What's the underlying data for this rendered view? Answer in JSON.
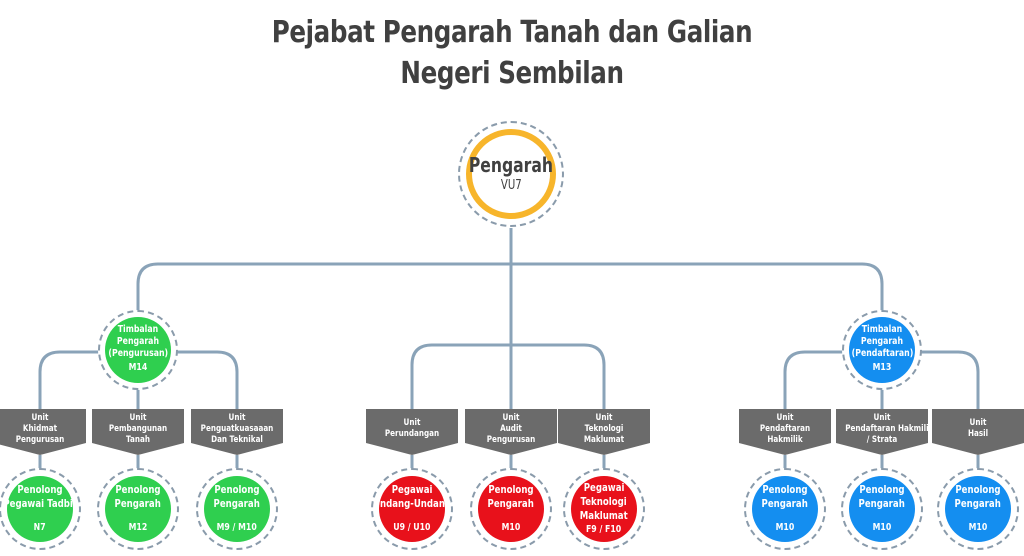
{
  "title": {
    "line1": "Pejabat Pengarah Tanah dan Galian",
    "line2": "Negeri Sembilan"
  },
  "colors": {
    "root_ring": "#f7b52b",
    "green": "#2fcf4f",
    "red": "#e8111b",
    "blue": "#148ef0",
    "box": "#6b6b6b",
    "connector": "#8aa3b8",
    "title_text": "#404040"
  },
  "root": {
    "title": "Pengarah",
    "grade": "VU7"
  },
  "deputies": [
    {
      "line1": "Timbalan",
      "line2": "Pengarah",
      "line3": "(Pengurusan)",
      "grade": "M14",
      "color": "green"
    },
    {
      "line1": "Timbalan",
      "line2": "Pengarah",
      "line3": "(Pendaftaran)",
      "grade": "M13",
      "color": "blue"
    }
  ],
  "units": [
    {
      "lines": [
        "Unit",
        "Khidmat",
        "Pengurusan"
      ],
      "officer": [
        "Penolong",
        "Pegawai Tadbir"
      ],
      "grade": "N7",
      "color": "green"
    },
    {
      "lines": [
        "Unit",
        "Pembangunan",
        "Tanah"
      ],
      "officer": [
        "Penolong",
        "Pengarah"
      ],
      "grade": "M12",
      "color": "green"
    },
    {
      "lines": [
        "Unit",
        "Penguatkuasaaan",
        "Dan Teknikal"
      ],
      "officer": [
        "Penolong",
        "Pengarah"
      ],
      "grade": "M9 / M10",
      "color": "green"
    },
    {
      "lines": [
        "Unit",
        "Perundangan"
      ],
      "officer": [
        "Pegawai",
        "Undang-Undang"
      ],
      "grade": "U9 / U10",
      "color": "red"
    },
    {
      "lines": [
        "Unit",
        "Audit",
        "Pengurusan"
      ],
      "officer": [
        "Penolong",
        "Pengarah"
      ],
      "grade": "M10",
      "color": "red"
    },
    {
      "lines": [
        "Unit",
        "Teknologi",
        "Maklumat"
      ],
      "officer": [
        "Pegawai",
        "Teknologi",
        "Maklumat"
      ],
      "grade": "F9 / F10",
      "color": "red"
    },
    {
      "lines": [
        "Unit",
        "Pendaftaran",
        "Hakmilik"
      ],
      "officer": [
        "Penolong",
        "Pengarah"
      ],
      "grade": "M10",
      "color": "blue"
    },
    {
      "lines": [
        "Unit",
        "Pendaftaran Hakmilik",
        "/ Strata"
      ],
      "officer": [
        "Penolong",
        "Pengarah"
      ],
      "grade": "M10",
      "color": "blue"
    },
    {
      "lines": [
        "Unit",
        "Hasil"
      ],
      "officer": [
        "Penolong",
        "Pengarah"
      ],
      "grade": "M10",
      "color": "blue"
    }
  ]
}
